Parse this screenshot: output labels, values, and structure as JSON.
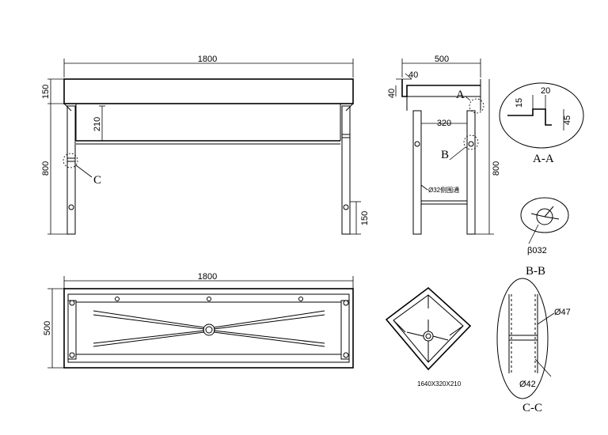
{
  "front_view": {
    "width_dim": "1800",
    "top_dim": "150",
    "basin_depth_dim": "210",
    "height_dim": "800",
    "foot_dim": "150",
    "detail_c_marker": "C"
  },
  "side_view": {
    "width_dim": "500",
    "lip_width_dim": "40",
    "lip_height_dim": "40",
    "inner_dim": "320",
    "height_dim": "800",
    "detail_a_marker": "A",
    "detail_b_marker": "B",
    "pipe_note": "Ø32侧围通"
  },
  "top_view": {
    "width_dim": "1800",
    "depth_dim": "500"
  },
  "detail_aa": {
    "dim_15": "15",
    "dim_20": "20",
    "dim_45": "45",
    "title": "A-A"
  },
  "detail_bb": {
    "dia_label": "β032",
    "title": "B-B"
  },
  "iso_view": {
    "caption": "1640X320X210"
  },
  "detail_cc": {
    "outer_dia": "Ø47",
    "inner_dia": "Ø42",
    "title": "C-C"
  }
}
